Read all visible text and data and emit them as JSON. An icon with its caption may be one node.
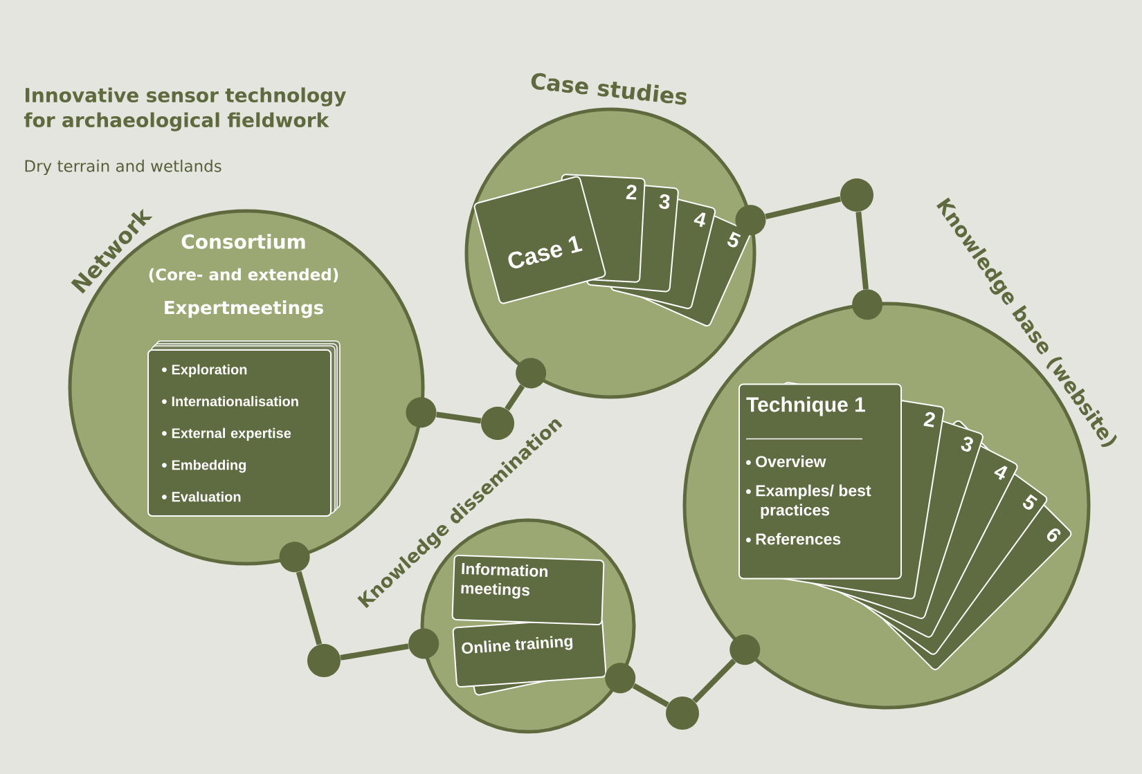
{
  "diagram": {
    "title": "Innovative sensor technology for archaeological fieldwork",
    "nodes": [
      {
        "text": [
          "Network",
          "Consortium",
          "(Core- and extended)",
          "Expertmeetings"
        ]
      },
      {
        "text": [
          "Exploration",
          "Internationalisation",
          "External expertise",
          "Embedding",
          "Evaluation"
        ],
        "in": 0
      },
      {
        "text": [
          "Case studies"
        ]
      },
      {
        "text": [
          "Case 1"
        ],
        "in": 2
      },
      {
        "text": [
          "2"
        ],
        "in": 2
      },
      {
        "text": [
          "3"
        ],
        "in": 2
      },
      {
        "text": [
          "4"
        ],
        "in": 2
      },
      {
        "text": [
          "5"
        ],
        "in": 2
      },
      {
        "text": [
          "Knowledge base (website)"
        ]
      },
      {
        "text": [
          "Technique 1",
          "Overview",
          "Examples/ best practices",
          "References"
        ],
        "in": 8
      },
      {
        "text": [
          "2"
        ],
        "in": 8
      },
      {
        "text": [
          "3"
        ],
        "in": 8
      },
      {
        "text": [
          "4"
        ],
        "in": 8
      },
      {
        "text": [
          "5"
        ],
        "in": 8
      },
      {
        "text": [
          "6"
        ],
        "in": 8
      },
      {
        "text": [
          "Knowledge dissemination"
        ]
      },
      {
        "text": [
          "Information meetings"
        ],
        "in": 15
      },
      {
        "text": [
          "Online training"
        ],
        "in": 15
      },
      {
        "text": [],
        "shape": "circle"
      },
      {
        "text": [],
        "shape": "circle"
      },
      {
        "text": [],
        "shape": "circle"
      },
      {
        "text": [],
        "shape": "circle"
      },
      {
        "text": [],
        "shape": "circle"
      },
      {
        "text": [],
        "shape": "circle"
      },
      {
        "text": [],
        "shape": "circle"
      },
      {
        "text": [],
        "shape": "circle"
      },
      {
        "text": [],
        "shape": "circle"
      },
      {
        "text": [],
        "shape": "circle"
      },
      {
        "text": [],
        "shape": "circle"
      },
      {
        "text": [],
        "shape": "circle"
      }
    ],
    "edges": [
      {
        "from": 22,
        "to": 18,
        "arrow": "none"
      },
      {
        "from": 18,
        "to": 23,
        "arrow": "none"
      },
      {
        "from": 24,
        "to": 19,
        "arrow": "none"
      },
      {
        "from": 19,
        "to": 25,
        "arrow": "none"
      },
      {
        "from": 26,
        "to": 20,
        "arrow": "none"
      },
      {
        "from": 20,
        "to": 27,
        "arrow": "none"
      },
      {
        "from": 28,
        "to": 21,
        "arrow": "none"
      },
      {
        "from": 21,
        "to": 29,
        "arrow": "none"
      }
    ],
    "labels": [
      "Dry terrain and wetlands"
    ]
  }
}
